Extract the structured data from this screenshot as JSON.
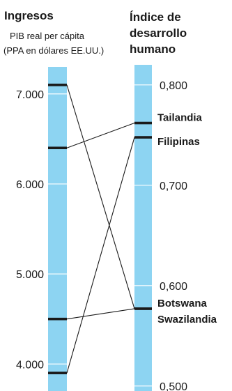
{
  "chart_data": {
    "type": "slope",
    "axes": [
      {
        "id": "ingresos",
        "title": "Ingresos",
        "subtitle_lines": [
          "PIB real per cápita",
          "(PPA en dólares EE.UU.)"
        ],
        "range": [
          3700,
          7300
        ],
        "ticks": [
          {
            "value": 7000,
            "label": "7.000"
          },
          {
            "value": 6000,
            "label": "6.000"
          },
          {
            "value": 5000,
            "label": "5.000"
          },
          {
            "value": 4000,
            "label": "4.000"
          }
        ]
      },
      {
        "id": "idh",
        "title_lines": [
          "Índice de",
          "desarrollo",
          "humano"
        ],
        "range": [
          0.495,
          0.82
        ],
        "ticks": [
          {
            "value": 0.8,
            "label": "0,800"
          },
          {
            "value": 0.7,
            "label": "0,700"
          },
          {
            "value": 0.6,
            "label": "0,600"
          },
          {
            "value": 0.5,
            "label": "0,500"
          }
        ]
      }
    ],
    "series": [
      {
        "name": "Tailandia",
        "income": 6400,
        "hdi": 0.762
      },
      {
        "name": "Filipinas",
        "income": 3900,
        "hdi": 0.754
      },
      {
        "name": "Botswana",
        "income": 7100,
        "hdi": 0.577
      },
      {
        "name": "Swazilandia",
        "income": 4500,
        "hdi": 0.577
      }
    ],
    "colors": {
      "bar": "#8dd4f2",
      "tick": "#ffffff",
      "marker": "#1a1a1a",
      "connector": "#1a1a1a"
    }
  }
}
